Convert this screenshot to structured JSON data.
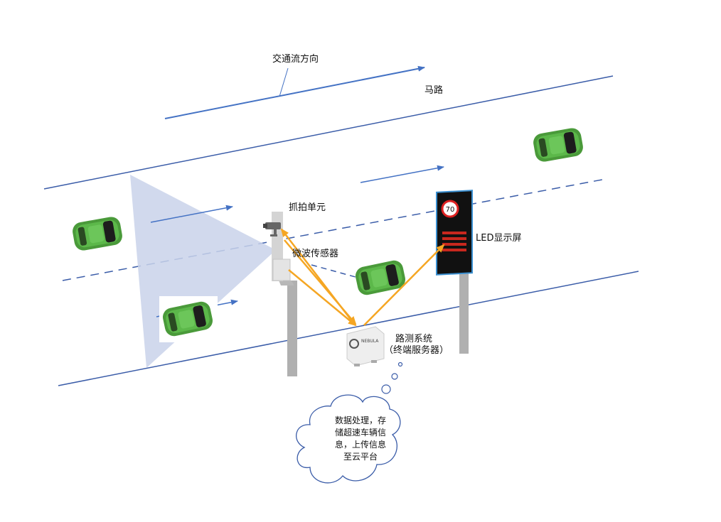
{
  "labels": {
    "traffic_direction": "交通流方向",
    "road": "马路",
    "capture_unit": "抓拍单元",
    "microwave_sensor": "微波传感器",
    "led_screen": "LED显示屏",
    "roadside_system_line1": "路测系统",
    "roadside_system_line2": "（终端服务器）"
  },
  "cloud": {
    "lines": [
      "数据处理，存",
      "储超速车辆信",
      "息，上传信息",
      "至云平台"
    ]
  },
  "server_brand": "NEBULA",
  "speed_limit": "70",
  "colors": {
    "road_line": "#3a5ca8",
    "flow_arrow": "#4472c4",
    "signal_arrow": "#f5a623",
    "detection_zone": "#c9d2ea",
    "car_body": "#4a9a3a",
    "pole": "#b0b0b0",
    "led_frame": "#111111",
    "led_border": "#3a8fd0"
  }
}
